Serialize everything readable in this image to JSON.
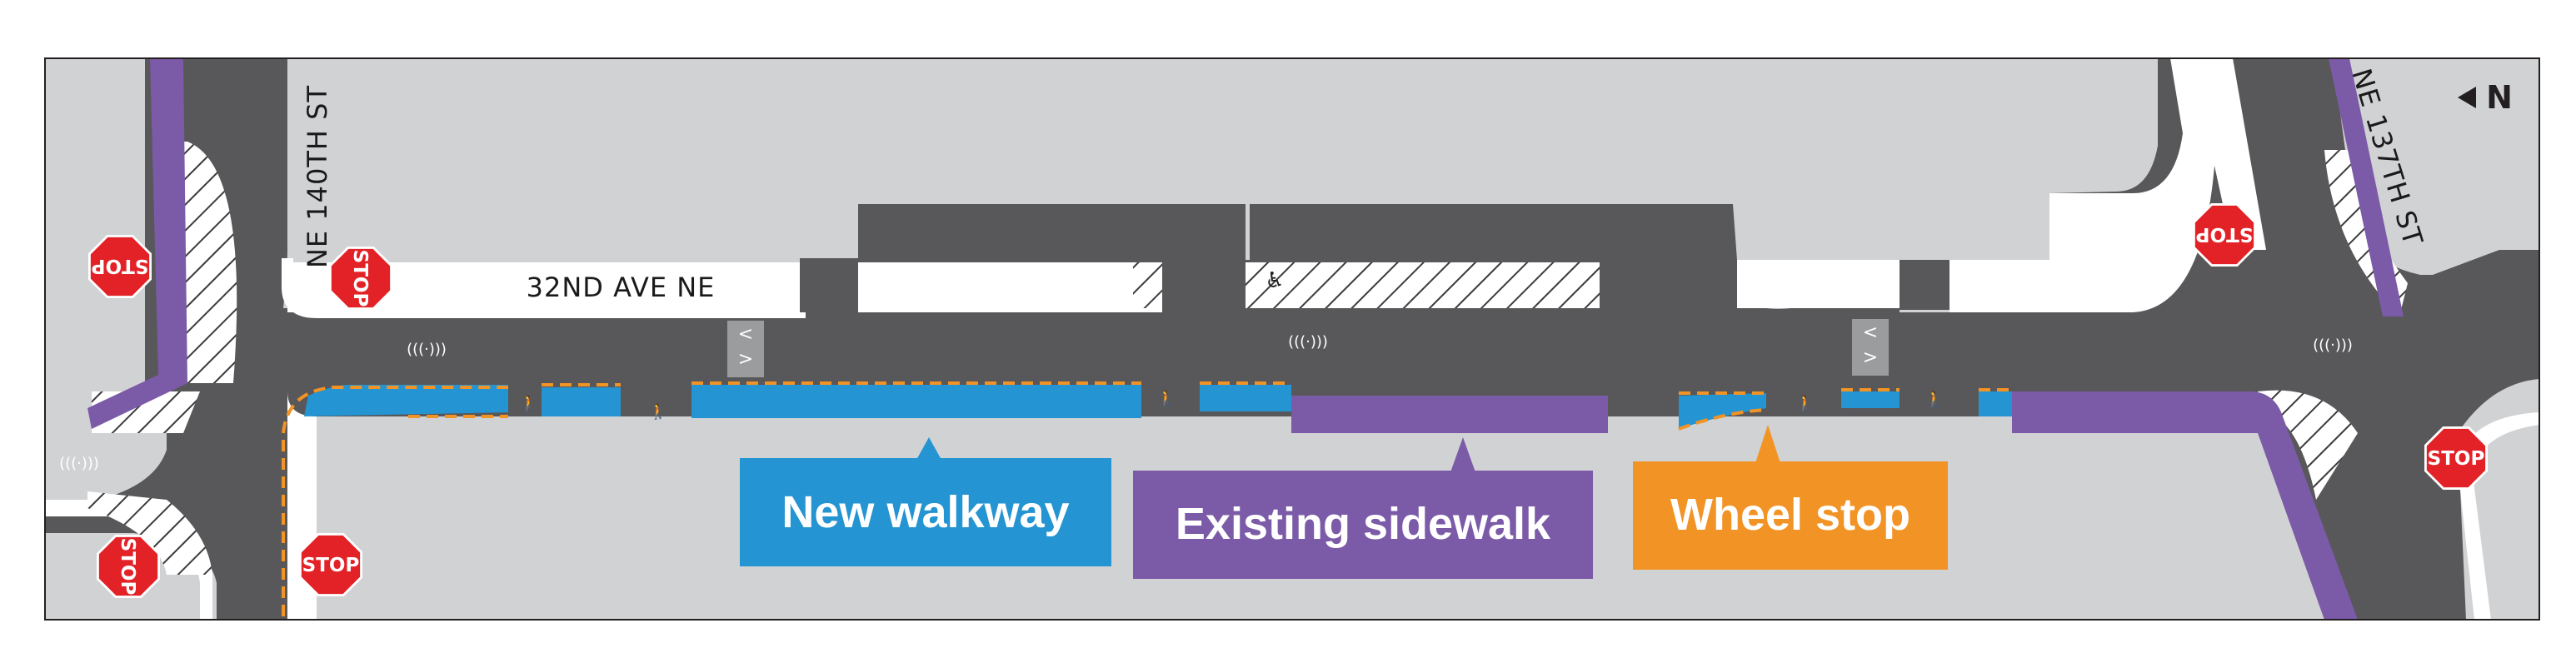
{
  "map": {
    "streets": {
      "main": "32ND AVE NE",
      "left_cross": "NE 140TH ST",
      "right_cross": "NE 137TH ST"
    },
    "north_label": "N",
    "stop_sign_text": "STOP",
    "legend": {
      "new_walkway": "New walkway",
      "existing_sidewalk": "Existing sidewalk",
      "wheel_stop": "Wheel stop"
    },
    "colors": {
      "new_walkway": "#2494d2",
      "existing_sidewalk": "#7b5aa8",
      "wheel_stop": "#f29325",
      "road": "#58585a",
      "lot": "#d1d2d4",
      "stop_sign": "#e22227"
    },
    "icons": [
      "stop-sign-icon",
      "north-arrow-icon",
      "pedestrian-icon",
      "accessible-parking-icon",
      "traffic-sensor-icon",
      "speed-bump-icon"
    ]
  }
}
